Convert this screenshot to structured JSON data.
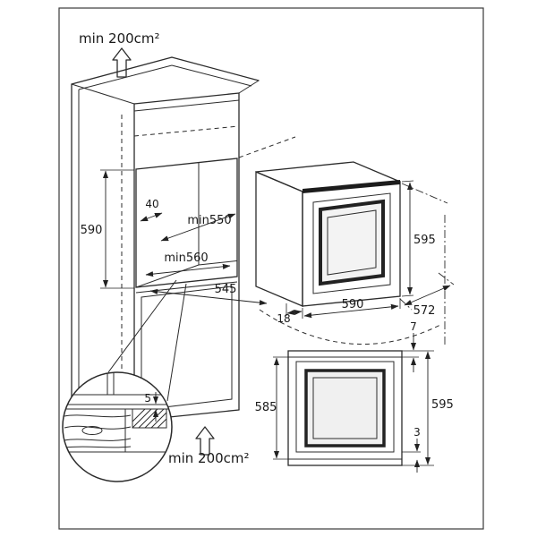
{
  "diagram": {
    "title": "Built-in appliance installation drawing",
    "vents": {
      "top": "min 200cm²",
      "bottom": "min 200cm²"
    },
    "cabinet_dims": {
      "niche_height": "590",
      "top_setback": "40",
      "niche_depth": "min550",
      "niche_width": "min560",
      "base_depth": "545"
    },
    "appliance_dims": {
      "height": "595",
      "width": "590",
      "depth": "572",
      "front_clearance": "18"
    },
    "front_view_dims": {
      "left_height": "585",
      "right_height": "595",
      "top_gap": "7",
      "bottom_gap": "3"
    },
    "detail_dims": {
      "gap": "5"
    }
  }
}
